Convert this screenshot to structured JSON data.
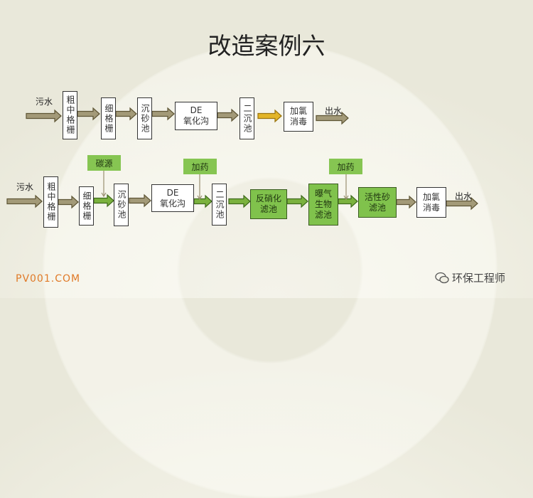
{
  "title": "改造案例六",
  "row1": {
    "inlet": "污水",
    "outlet": "出水",
    "steps": [
      "粗中格栅",
      "细格栅",
      "沉砂池",
      "DE\n氧化沟",
      "二沉池",
      "加氯\n消毒"
    ]
  },
  "row2": {
    "inlet": "污水",
    "outlet": "出水",
    "steps": [
      "粗中格栅",
      "细格栅",
      "沉砂池",
      "DE\n氧化沟",
      "二沉池",
      "反硝化\n滤池",
      "曝气\n生物\n滤池",
      "活性砂\n滤池",
      "加氯\n消毒"
    ],
    "additions": [
      "碳源",
      "加药",
      "加药"
    ]
  },
  "footer": {
    "site": "PV001.COM",
    "account": "环保工程师"
  },
  "colors": {
    "olive_arrow": "#a39a78",
    "green_arrow": "#7bb23e",
    "yellow_arrow": "#e3b527",
    "green_box": "#80c24c"
  }
}
